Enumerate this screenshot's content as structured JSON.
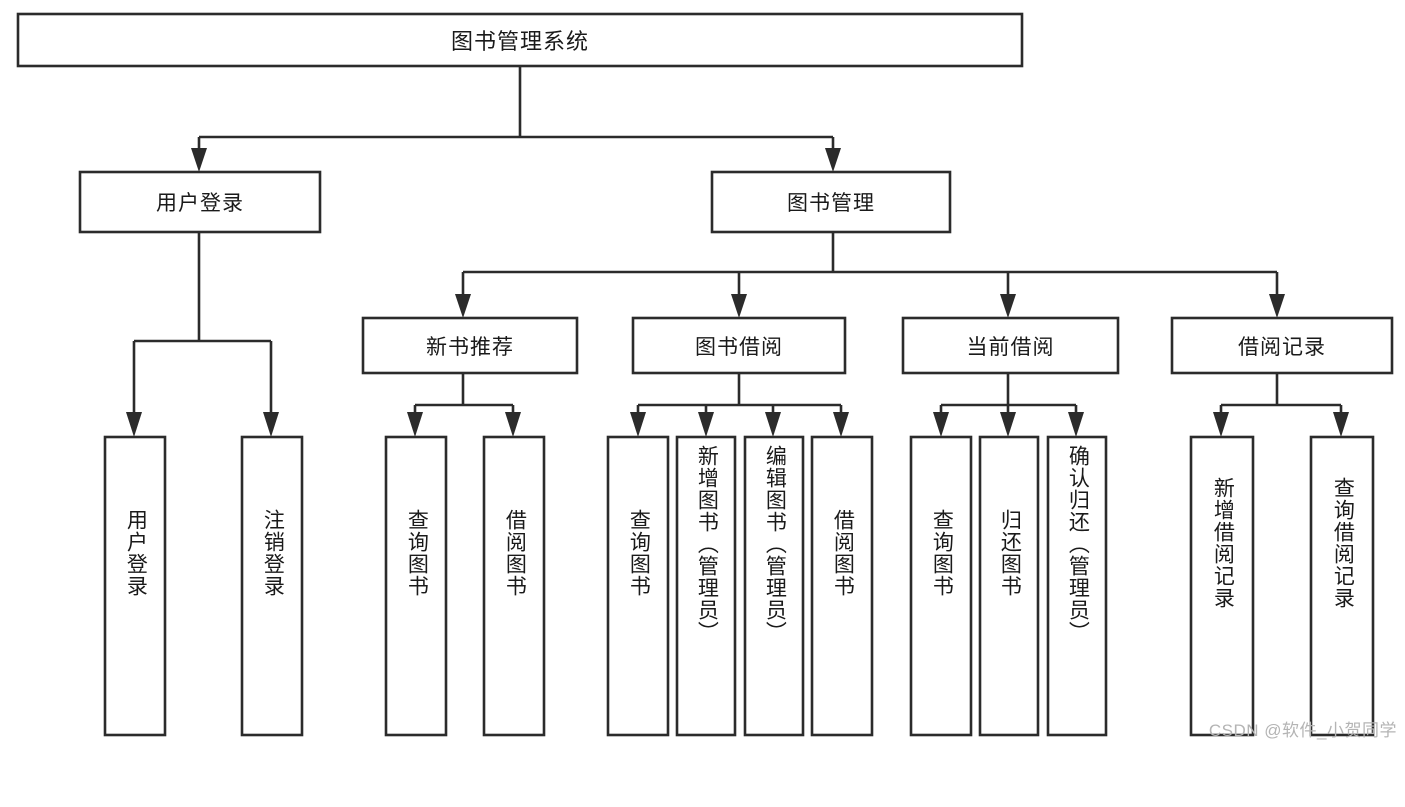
{
  "diagram": {
    "type": "tree-hierarchy",
    "title": "图书管理系统",
    "watermark": "CSDN @软件_小贺同学",
    "colors": {
      "box_stroke": "#2b2b2b",
      "box_fill": "#ffffff",
      "text": "#1a1a1a",
      "background": "#ffffff",
      "watermark": "#b4b4b4"
    },
    "levels": {
      "level1": [
        {
          "id": "root",
          "label": "图书管理系统"
        }
      ],
      "level2": [
        {
          "id": "user-login",
          "label": "用户登录"
        },
        {
          "id": "book-manage",
          "label": "图书管理"
        }
      ],
      "level3": [
        {
          "id": "new-book-rec",
          "label": "新书推荐",
          "parent": "book-manage"
        },
        {
          "id": "book-borrow",
          "label": "图书借阅",
          "parent": "book-manage"
        },
        {
          "id": "current-borrow",
          "label": "当前借阅",
          "parent": "book-manage"
        },
        {
          "id": "borrow-record",
          "label": "借阅记录",
          "parent": "book-manage"
        }
      ],
      "level4": [
        {
          "id": "leaf-1",
          "label": "用户登录",
          "parent": "user-login"
        },
        {
          "id": "leaf-2",
          "label": "注销登录",
          "parent": "user-login"
        },
        {
          "id": "leaf-3",
          "label": "查询图书",
          "parent": "new-book-rec"
        },
        {
          "id": "leaf-4",
          "label": "借阅图书",
          "parent": "new-book-rec"
        },
        {
          "id": "leaf-5",
          "label": "查询图书",
          "parent": "book-borrow"
        },
        {
          "id": "leaf-6",
          "label": "新增图书（管理员）",
          "parent": "book-borrow"
        },
        {
          "id": "leaf-7",
          "label": "编辑图书（管理员）",
          "parent": "book-borrow"
        },
        {
          "id": "leaf-8",
          "label": "借阅图书",
          "parent": "book-borrow"
        },
        {
          "id": "leaf-9",
          "label": "查询图书",
          "parent": "current-borrow"
        },
        {
          "id": "leaf-10",
          "label": "归还图书",
          "parent": "current-borrow"
        },
        {
          "id": "leaf-11",
          "label": "确认归还（管理员）",
          "parent": "current-borrow"
        },
        {
          "id": "leaf-12",
          "label": "新增借阅记录",
          "parent": "borrow-record"
        },
        {
          "id": "leaf-13",
          "label": "查询借阅记录",
          "parent": "borrow-record"
        }
      ]
    }
  }
}
